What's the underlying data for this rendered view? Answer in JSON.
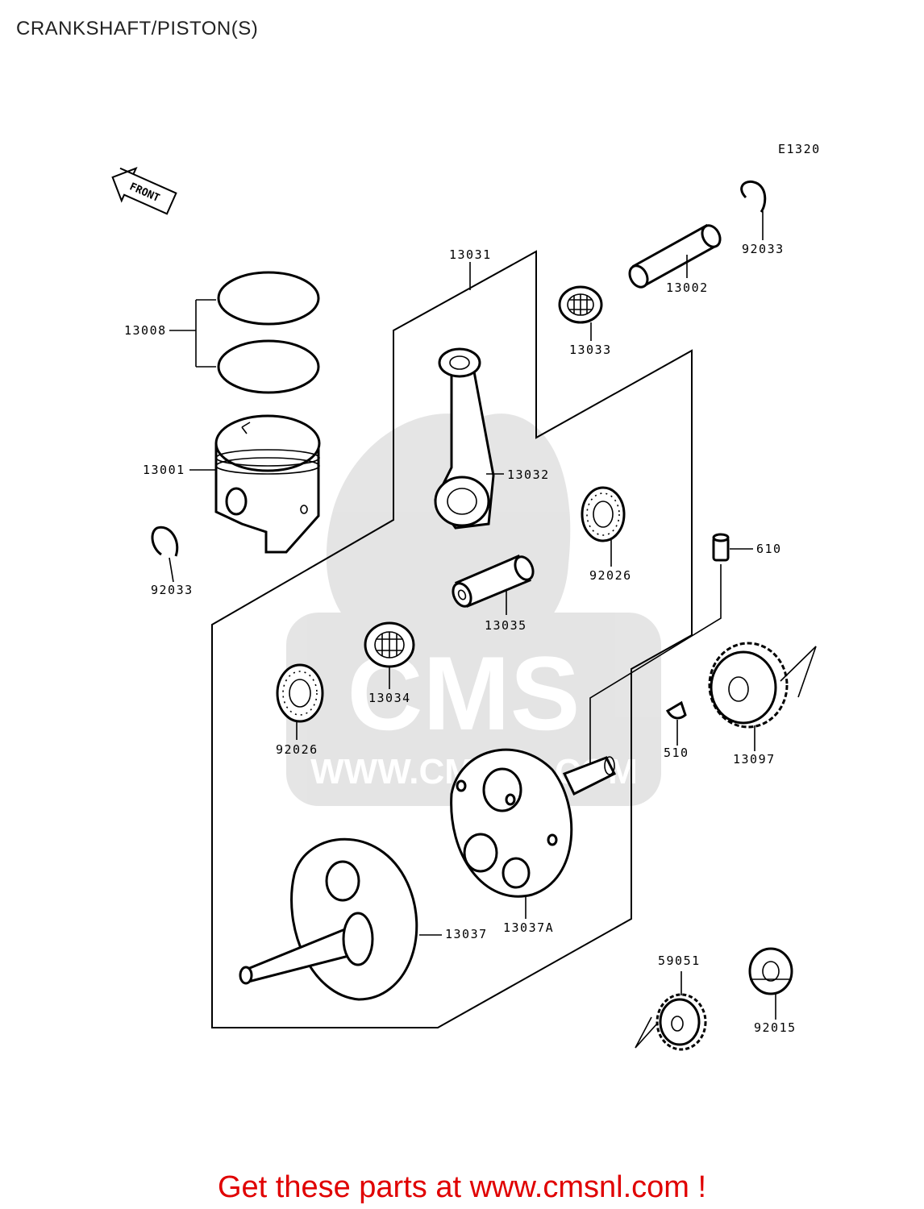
{
  "page": {
    "title": "CRANKSHAFT/PISTON(S)",
    "diagram_code": "E1320",
    "front_label": "FRONT",
    "footer_text": "Get these parts at www.cmsnl.com !"
  },
  "watermark": {
    "logo_text": "CMS",
    "url_text": "WWW.CMSNL.COM"
  },
  "parts": [
    {
      "number": "13031",
      "name": "rod-assembly-bracket"
    },
    {
      "number": "13002",
      "name": "piston-pin"
    },
    {
      "number": "92033",
      "name": "circlip-upper"
    },
    {
      "number": "13008",
      "name": "piston-rings"
    },
    {
      "number": "13033",
      "name": "needle-bearing-small-end"
    },
    {
      "number": "13001",
      "name": "piston"
    },
    {
      "number": "13032",
      "name": "connecting-rod"
    },
    {
      "number": "92026",
      "name": "thrust-washer-right"
    },
    {
      "number": "610",
      "name": "pin"
    },
    {
      "number": "92033",
      "name": "circlip-lower"
    },
    {
      "number": "13035",
      "name": "crank-pin"
    },
    {
      "number": "13034",
      "name": "needle-bearing-big-end"
    },
    {
      "number": "13097",
      "name": "primary-gear"
    },
    {
      "number": "92026",
      "name": "thrust-washer-left"
    },
    {
      "number": "510",
      "name": "woodruff-key"
    },
    {
      "number": "13037",
      "name": "crankshaft-left"
    },
    {
      "number": "13037A",
      "name": "crankshaft-right"
    },
    {
      "number": "59051",
      "name": "pump-gear"
    },
    {
      "number": "92015",
      "name": "nut"
    }
  ]
}
